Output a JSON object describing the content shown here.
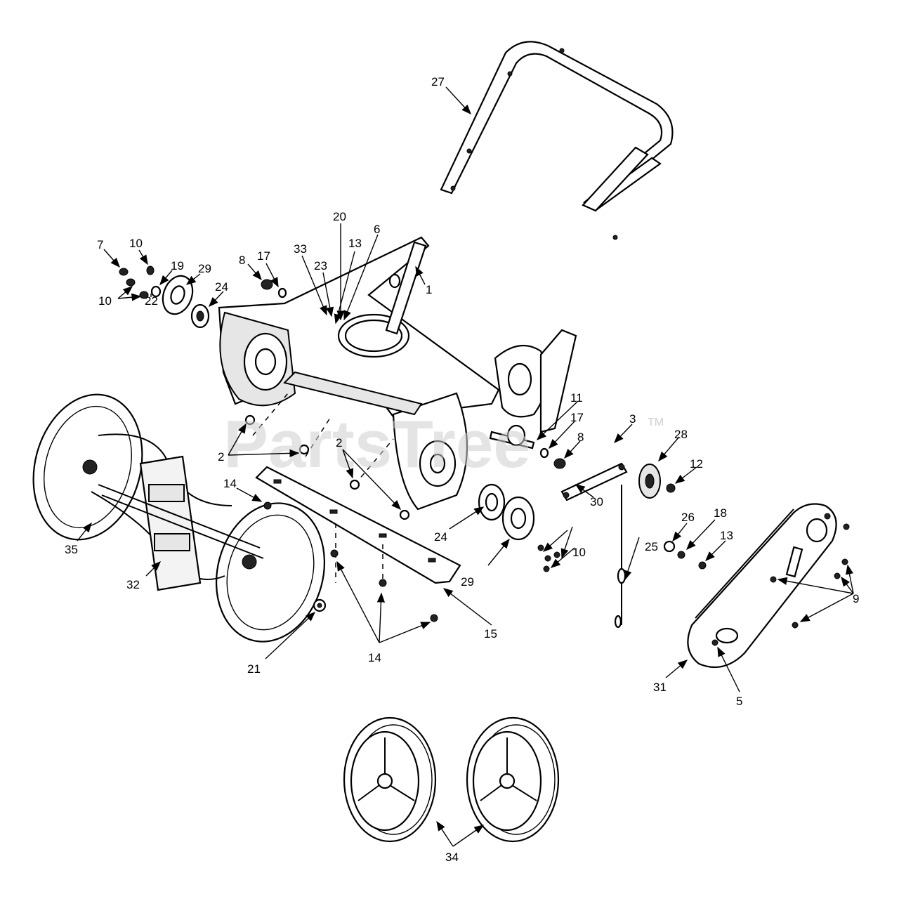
{
  "watermark": {
    "text": "PartsTree",
    "tm": "TM"
  },
  "callouts": [
    {
      "id": "c27",
      "text": "27"
    },
    {
      "id": "c20",
      "text": "20"
    },
    {
      "id": "c6",
      "text": "6"
    },
    {
      "id": "c13a",
      "text": "13"
    },
    {
      "id": "c33",
      "text": "33"
    },
    {
      "id": "c23",
      "text": "23"
    },
    {
      "id": "c1",
      "text": "1"
    },
    {
      "id": "c7",
      "text": "7"
    },
    {
      "id": "c10a",
      "text": "10"
    },
    {
      "id": "c19",
      "text": "19"
    },
    {
      "id": "c29a",
      "text": "29"
    },
    {
      "id": "c10b",
      "text": "10"
    },
    {
      "id": "c22",
      "text": "22"
    },
    {
      "id": "c24a",
      "text": "24"
    },
    {
      "id": "c8a",
      "text": "8"
    },
    {
      "id": "c17a",
      "text": "17"
    },
    {
      "id": "c11",
      "text": "11"
    },
    {
      "id": "c17b",
      "text": "17"
    },
    {
      "id": "c8b",
      "text": "8"
    },
    {
      "id": "c3",
      "text": "3"
    },
    {
      "id": "c28",
      "text": "28"
    },
    {
      "id": "c12",
      "text": "12"
    },
    {
      "id": "c2a",
      "text": "2"
    },
    {
      "id": "c2b",
      "text": "2"
    },
    {
      "id": "c14a",
      "text": "14"
    },
    {
      "id": "c30",
      "text": "30"
    },
    {
      "id": "c26",
      "text": "26"
    },
    {
      "id": "c18",
      "text": "18"
    },
    {
      "id": "c13b",
      "text": "13"
    },
    {
      "id": "c24b",
      "text": "24"
    },
    {
      "id": "c10c",
      "text": "10"
    },
    {
      "id": "c25",
      "text": "25"
    },
    {
      "id": "c35",
      "text": "35"
    },
    {
      "id": "c29b",
      "text": "29"
    },
    {
      "id": "c9",
      "text": "9"
    },
    {
      "id": "c32",
      "text": "32"
    },
    {
      "id": "c15",
      "text": "15"
    },
    {
      "id": "c14b",
      "text": "14"
    },
    {
      "id": "c21",
      "text": "21"
    },
    {
      "id": "c31",
      "text": "31"
    },
    {
      "id": "c5",
      "text": "5"
    },
    {
      "id": "c34",
      "text": "34"
    }
  ]
}
